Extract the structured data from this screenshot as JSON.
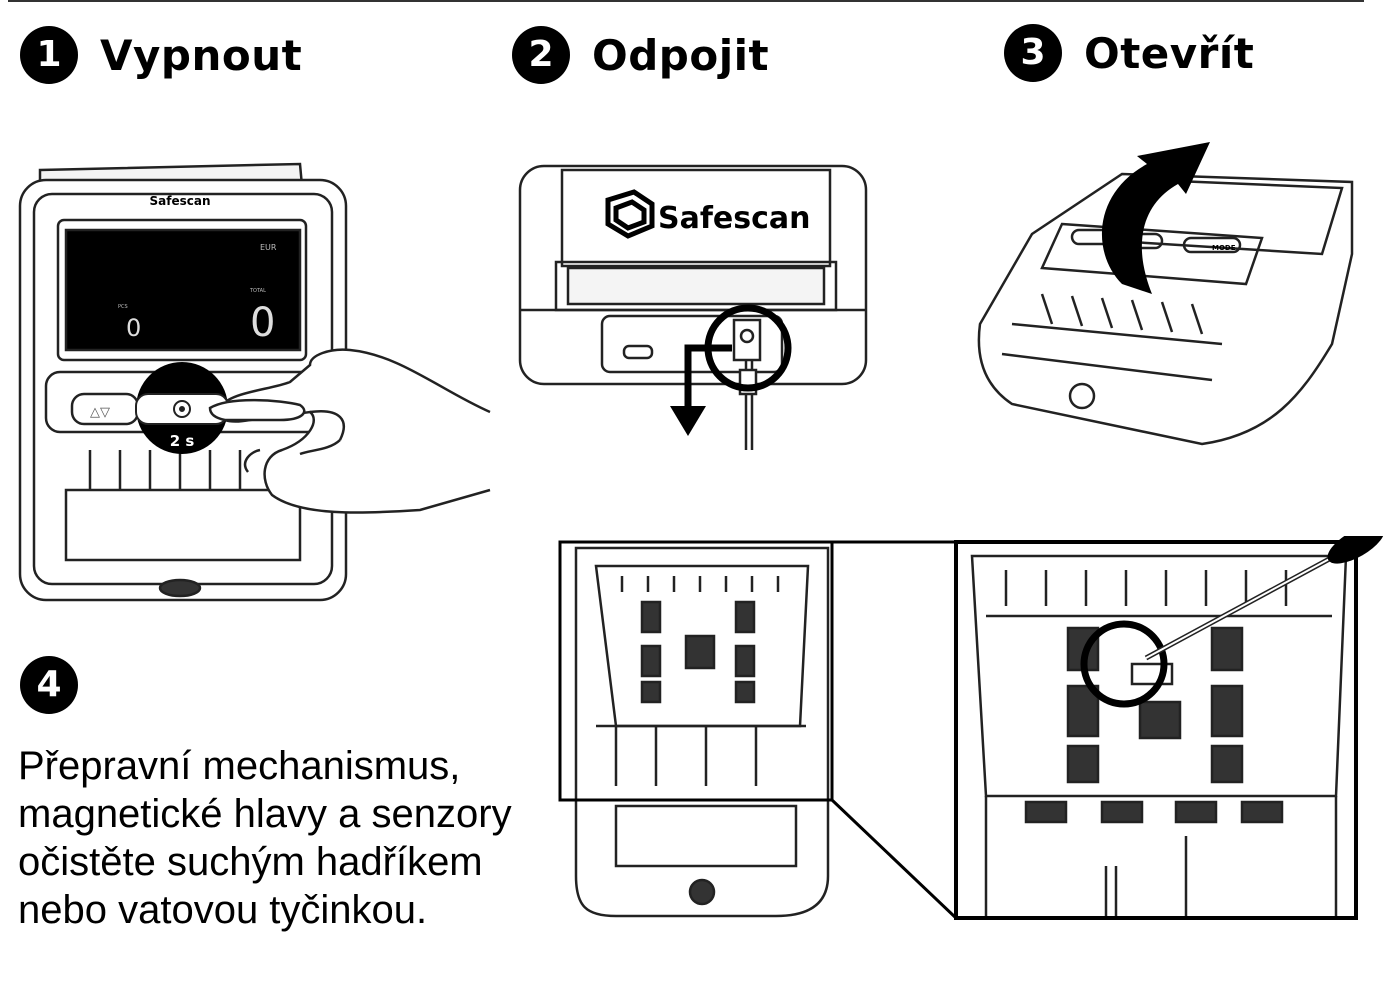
{
  "steps": [
    {
      "number": "1",
      "title": "Vypnout"
    },
    {
      "number": "2",
      "title": "Odpojit"
    },
    {
      "number": "3",
      "title": "Otevřít"
    },
    {
      "number": "4",
      "title": ""
    }
  ],
  "device": {
    "brand_small": "Safescan",
    "brand_logo": "Safescan",
    "lcd": {
      "currency": "EUR",
      "left_label": "PCS",
      "left_value": "0",
      "right_label": "TOTAL",
      "right_value": "0"
    },
    "button_arrows": "△▽",
    "hold_time": "2 s",
    "mode_button": "MODE"
  },
  "instruction": "Přepravní mechanismus, magnetické hlavy a senzory očistěte suchým hadříkem nebo vatovou tyčinkou.",
  "icons": [
    "power-button-icon",
    "arrow-down-icon",
    "arrow-curved-icon",
    "cotton-swab-icon",
    "safescan-logo-icon"
  ],
  "colors": {
    "ink": "#000000",
    "paper": "#ffffff"
  }
}
